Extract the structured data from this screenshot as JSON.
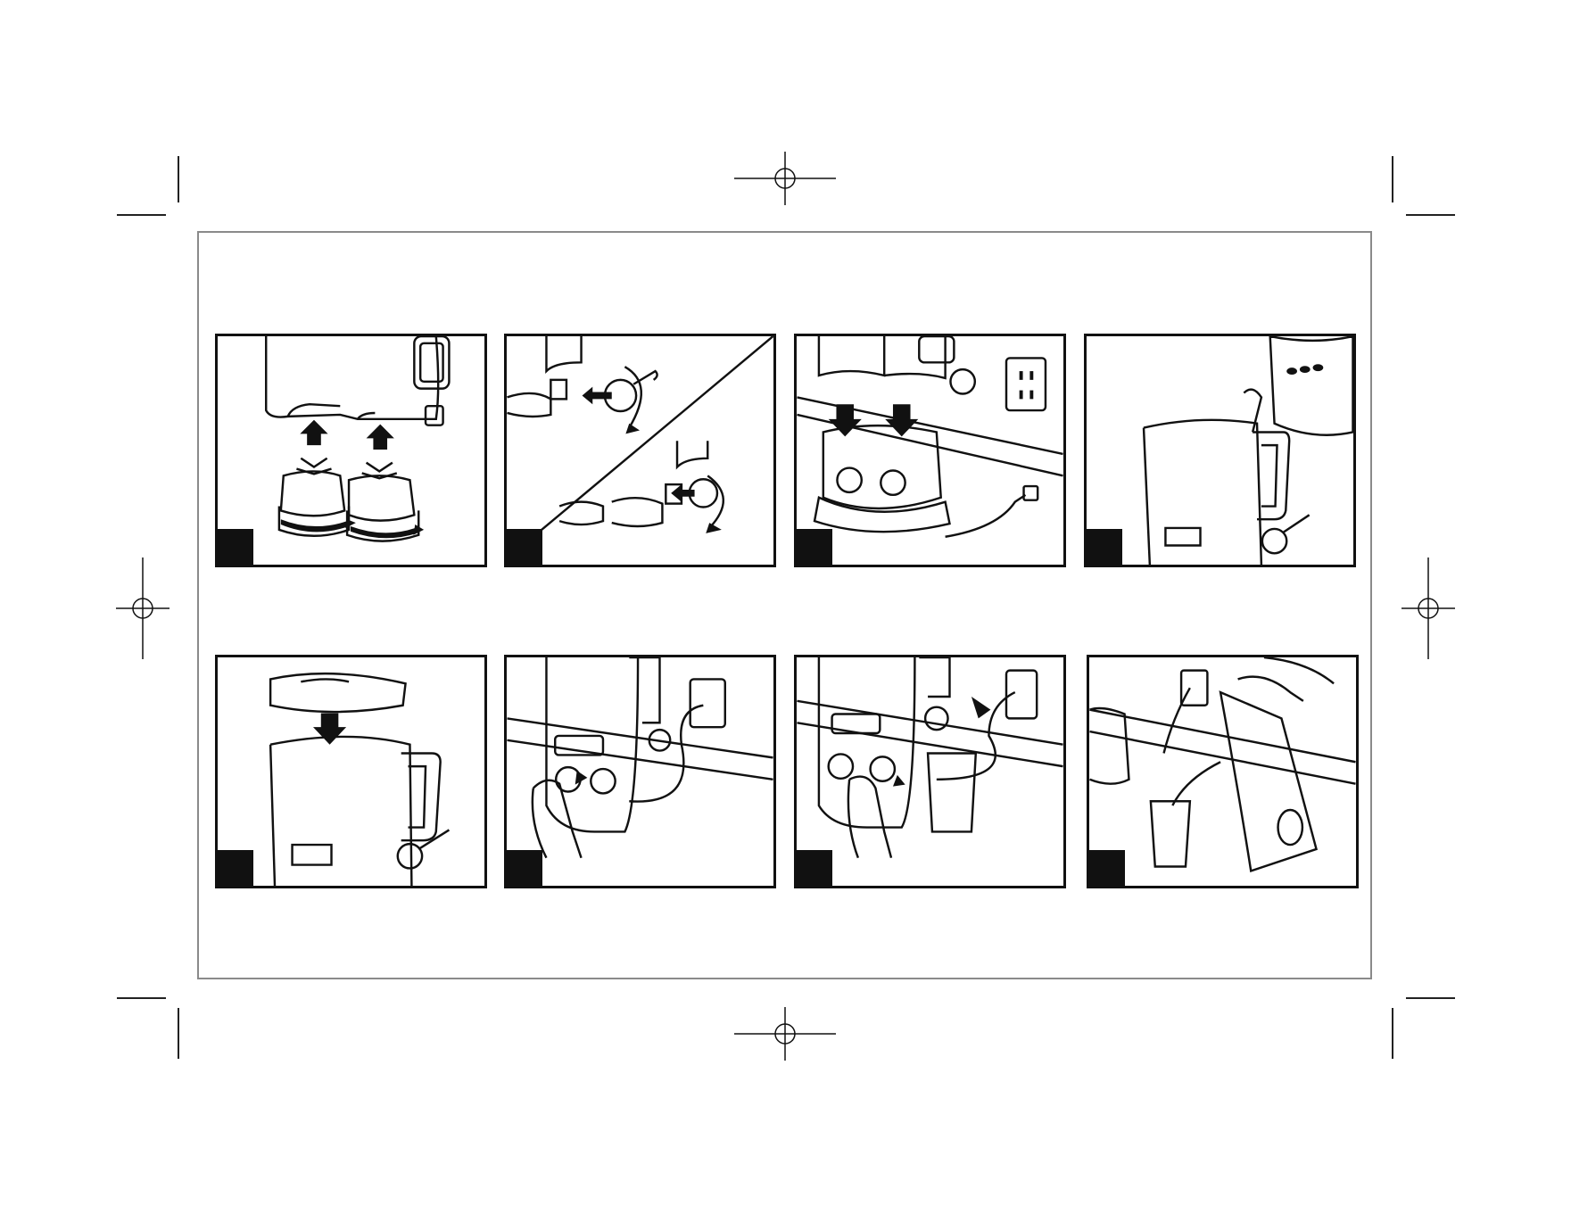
{
  "document": {
    "type": "instruction-illustrations",
    "panels": [
      {
        "id": 1,
        "step_label": "",
        "illustration": "blade-assemblies-attach-to-jar"
      },
      {
        "id": 2,
        "step_label": "",
        "illustration": "spigot-attach-to-jar"
      },
      {
        "id": 3,
        "step_label": "",
        "illustration": "jar-set-on-base-plugged-in"
      },
      {
        "id": 4,
        "step_label": "",
        "illustration": "pour-liquid-into-jar"
      },
      {
        "id": 5,
        "step_label": "",
        "illustration": "place-lid-on-jar"
      },
      {
        "id": 6,
        "step_label": "",
        "illustration": "turn-dial-to-blend"
      },
      {
        "id": 7,
        "step_label": "",
        "illustration": "dispense-through-spigot"
      },
      {
        "id": 8,
        "step_label": "",
        "illustration": "pour-from-jar-into-glass"
      }
    ]
  },
  "colors": {
    "ink": "#111111",
    "frame": "#8a8a8a",
    "wall_line": "#555555"
  }
}
